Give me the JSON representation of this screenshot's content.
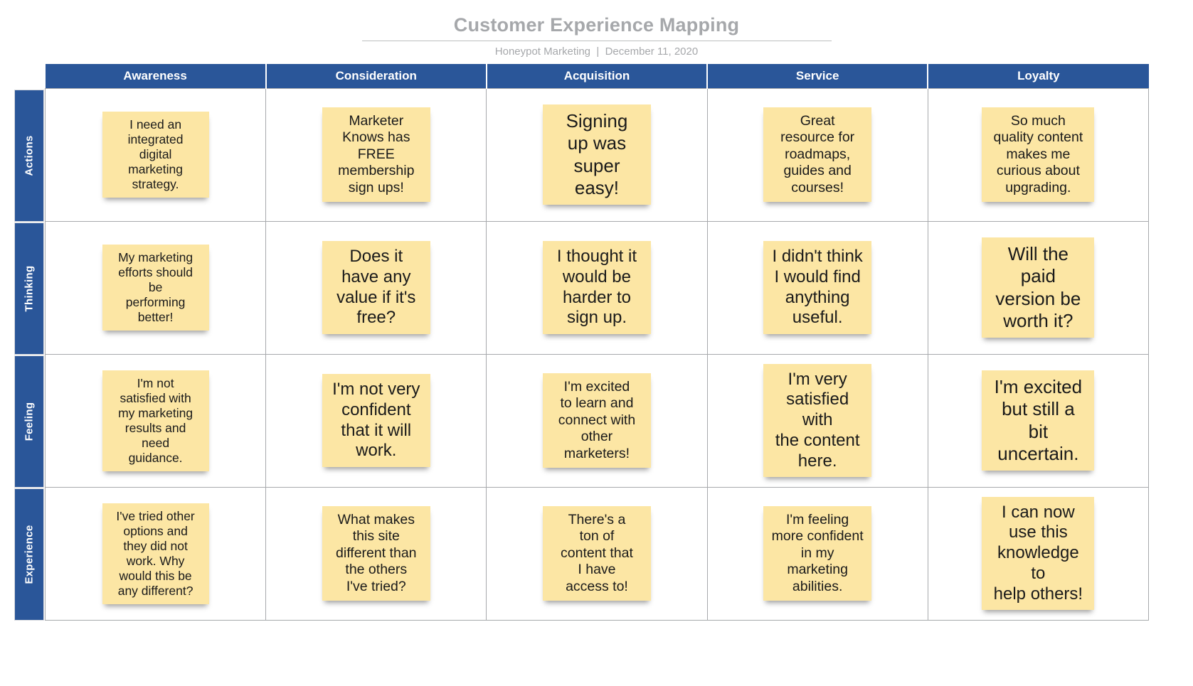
{
  "header": {
    "title": "Customer Experience Mapping",
    "subtitle": "Honeypot Marketing  |  December 11, 2020"
  },
  "colors": {
    "header_blue": "#2a5699",
    "note_yellow": "#fce6a4",
    "grid_line": "#a7a9ac",
    "title_gray": "#a6a8ab"
  },
  "columns": [
    {
      "label": "Awareness"
    },
    {
      "label": "Consideration"
    },
    {
      "label": "Acquisition"
    },
    {
      "label": "Service"
    },
    {
      "label": "Loyalty"
    }
  ],
  "rows": [
    {
      "label": "Actions",
      "notes": [
        {
          "text": "I need an\nintegrated\ndigital\nmarketing\nstrategy.",
          "size": "fs-15",
          "width": "w-sm"
        },
        {
          "text": "Marketer\nKnows has\nFREE\nmembership\nsign ups!",
          "size": "fs-17",
          "width": "w-md"
        },
        {
          "text": "Signing\nup was\nsuper\neasy!",
          "size": "fs-22",
          "width": "w-md"
        },
        {
          "text": "Great\nresource for\nroadmaps,\nguides and\ncourses!",
          "size": "fs-17",
          "width": "w-md"
        },
        {
          "text": "So much\nquality content\nmakes me\ncurious about\nupgrading.",
          "size": "fs-17",
          "width": "w-lg"
        }
      ]
    },
    {
      "label": "Thinking",
      "notes": [
        {
          "text": "My marketing\nefforts should\nbe\nperforming\nbetter!",
          "size": "fs-15",
          "width": "w-sm"
        },
        {
          "text": "Does it\nhave any\nvalue if it's\nfree?",
          "size": "fs-20",
          "width": "w-md"
        },
        {
          "text": "I thought it\nwould be\nharder to\nsign up.",
          "size": "fs-20",
          "width": "w-md"
        },
        {
          "text": "I didn't think\nI would find\nanything\nuseful.",
          "size": "fs-20",
          "width": "w-md"
        },
        {
          "text": "Will the\npaid\nversion be\nworth it?",
          "size": "fs-22",
          "width": "w-lg"
        }
      ]
    },
    {
      "label": "Feeling",
      "notes": [
        {
          "text": "I'm not\nsatisfied with\nmy marketing\nresults and\nneed\nguidance.",
          "size": "fs-15",
          "width": "w-sm"
        },
        {
          "text": "I'm not very\nconfident\nthat it will\nwork.",
          "size": "fs-20",
          "width": "w-md"
        },
        {
          "text": "I'm excited\nto learn and\nconnect with\nother\nmarketers!",
          "size": "fs-17",
          "width": "w-md"
        },
        {
          "text": "I'm very\nsatisfied with\nthe content\nhere.",
          "size": "fs-20",
          "width": "w-md"
        },
        {
          "text": "I'm excited\nbut still a\nbit\nuncertain.",
          "size": "fs-22",
          "width": "w-lg"
        }
      ]
    },
    {
      "label": "Experience",
      "notes": [
        {
          "text": "I've tried other\noptions and\nthey did not\nwork. Why\nwould this be\nany different?",
          "size": "fs-15",
          "width": "w-sm"
        },
        {
          "text": "What makes\nthis site\ndifferent than\nthe others\nI've tried?",
          "size": "fs-17",
          "width": "w-md"
        },
        {
          "text": "There's a\nton of\ncontent that\nI have\naccess to!",
          "size": "fs-17",
          "width": "w-md"
        },
        {
          "text": "I'm feeling\nmore confident\nin my\nmarketing\nabilities.",
          "size": "fs-17",
          "width": "w-md"
        },
        {
          "text": "I can now\nuse this\nknowledge to\nhelp others!",
          "size": "fs-20",
          "width": "w-lg"
        }
      ]
    }
  ]
}
